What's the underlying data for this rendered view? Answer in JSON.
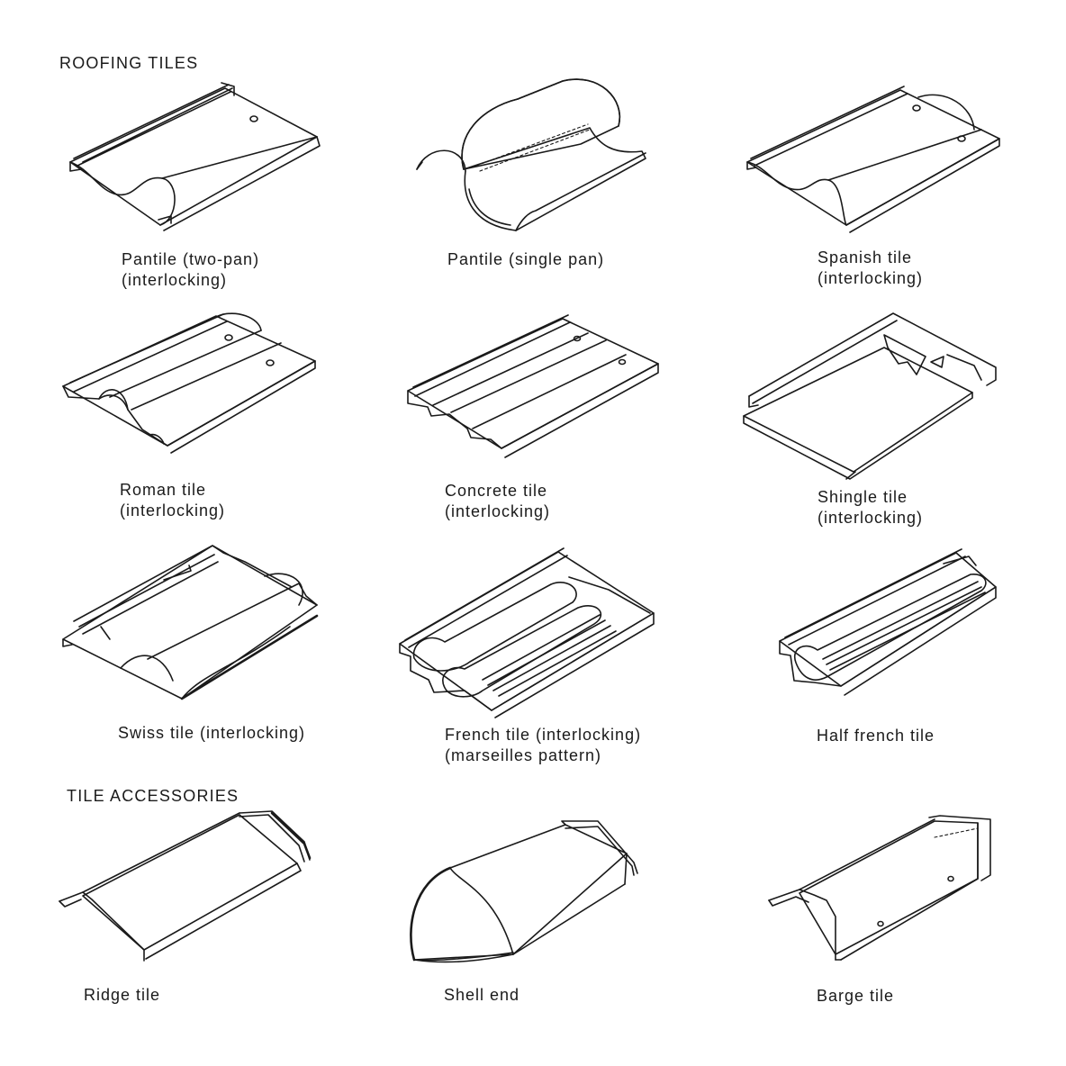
{
  "sections": {
    "roofing_tiles": "ROOFING TILES",
    "tile_accessories": "TILE ACCESSORIES"
  },
  "tiles": [
    {
      "line1": "Pantile (two-pan)",
      "line2": "(interlocking)",
      "icon": "pantile-two-pan"
    },
    {
      "line1": "Pantile (single pan)",
      "line2": "",
      "icon": "pantile-single-pan"
    },
    {
      "line1": "Spanish tile",
      "line2": "(interlocking)",
      "icon": "spanish-tile"
    },
    {
      "line1": "Roman tile",
      "line2": "(interlocking)",
      "icon": "roman-tile"
    },
    {
      "line1": "Concrete tile",
      "line2": "(interlocking)",
      "icon": "concrete-tile"
    },
    {
      "line1": "Shingle tile",
      "line2": "(interlocking)",
      "icon": "shingle-tile"
    },
    {
      "line1": "Swiss tile (interlocking)",
      "line2": "",
      "icon": "swiss-tile"
    },
    {
      "line1": "French tile (interlocking)",
      "line2": "(marseilles pattern)",
      "icon": "french-tile"
    },
    {
      "line1": "Half french tile",
      "line2": "",
      "icon": "half-french-tile"
    }
  ],
  "accessories": [
    {
      "line1": "Ridge tile",
      "icon": "ridge-tile"
    },
    {
      "line1": "Shell end",
      "icon": "shell-end"
    },
    {
      "line1": "Barge tile",
      "icon": "barge-tile"
    }
  ]
}
